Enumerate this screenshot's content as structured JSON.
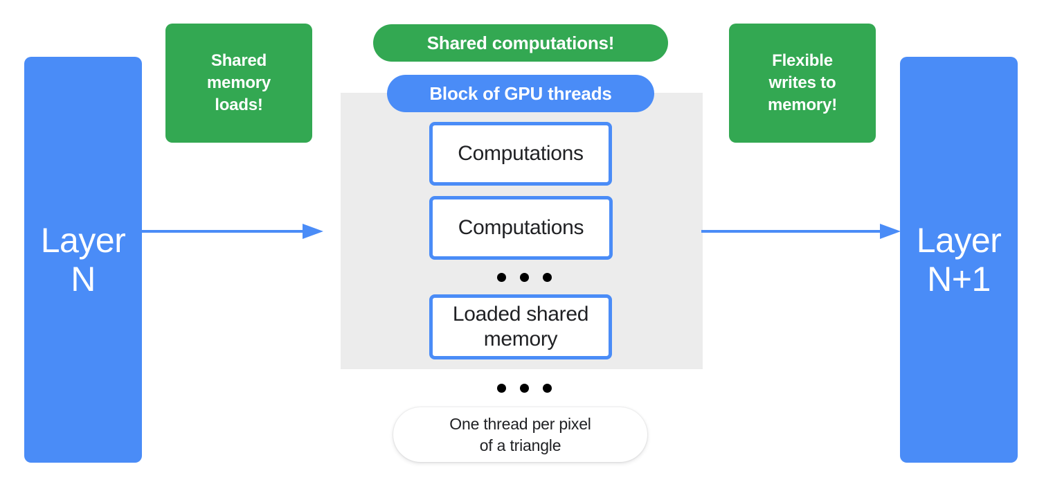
{
  "diagram": {
    "title": "GPU block shared-memory data flow",
    "colors": {
      "blue": "#4a8cf7",
      "green": "#33a852",
      "gray_block": "#ececec",
      "box_text": "#202124",
      "white": "#ffffff"
    }
  },
  "layers": {
    "input": {
      "label": "Layer\nN",
      "line1": "Layer",
      "line2": "N"
    },
    "output": {
      "label": "Layer\nN+1",
      "line1": "Layer",
      "line2": "N+1"
    }
  },
  "arrows": {
    "left": {
      "name": "arrow-input-to-block",
      "direction": "right"
    },
    "right": {
      "name": "arrow-block-to-output",
      "direction": "right"
    }
  },
  "callouts": {
    "left": {
      "line1": "Shared",
      "line2": "memory",
      "line3": "loads!"
    },
    "right": {
      "line1": "Flexible",
      "line2": "writes to",
      "line3": "memory!"
    }
  },
  "pills": {
    "shared_computations": "Shared computations!",
    "block_of_gpu_threads": "Block of GPU threads"
  },
  "block": {
    "threads": [
      {
        "label": "Computations"
      },
      {
        "label": "Computations"
      },
      {
        "label": "Loaded shared\nmemory",
        "line1": "Loaded shared",
        "line2": "memory"
      }
    ],
    "ellipsis_inner": "• • •",
    "ellipsis_outer": "• • •"
  },
  "caption": {
    "line1": "One thread per pixel",
    "line2": "of a triangle"
  }
}
